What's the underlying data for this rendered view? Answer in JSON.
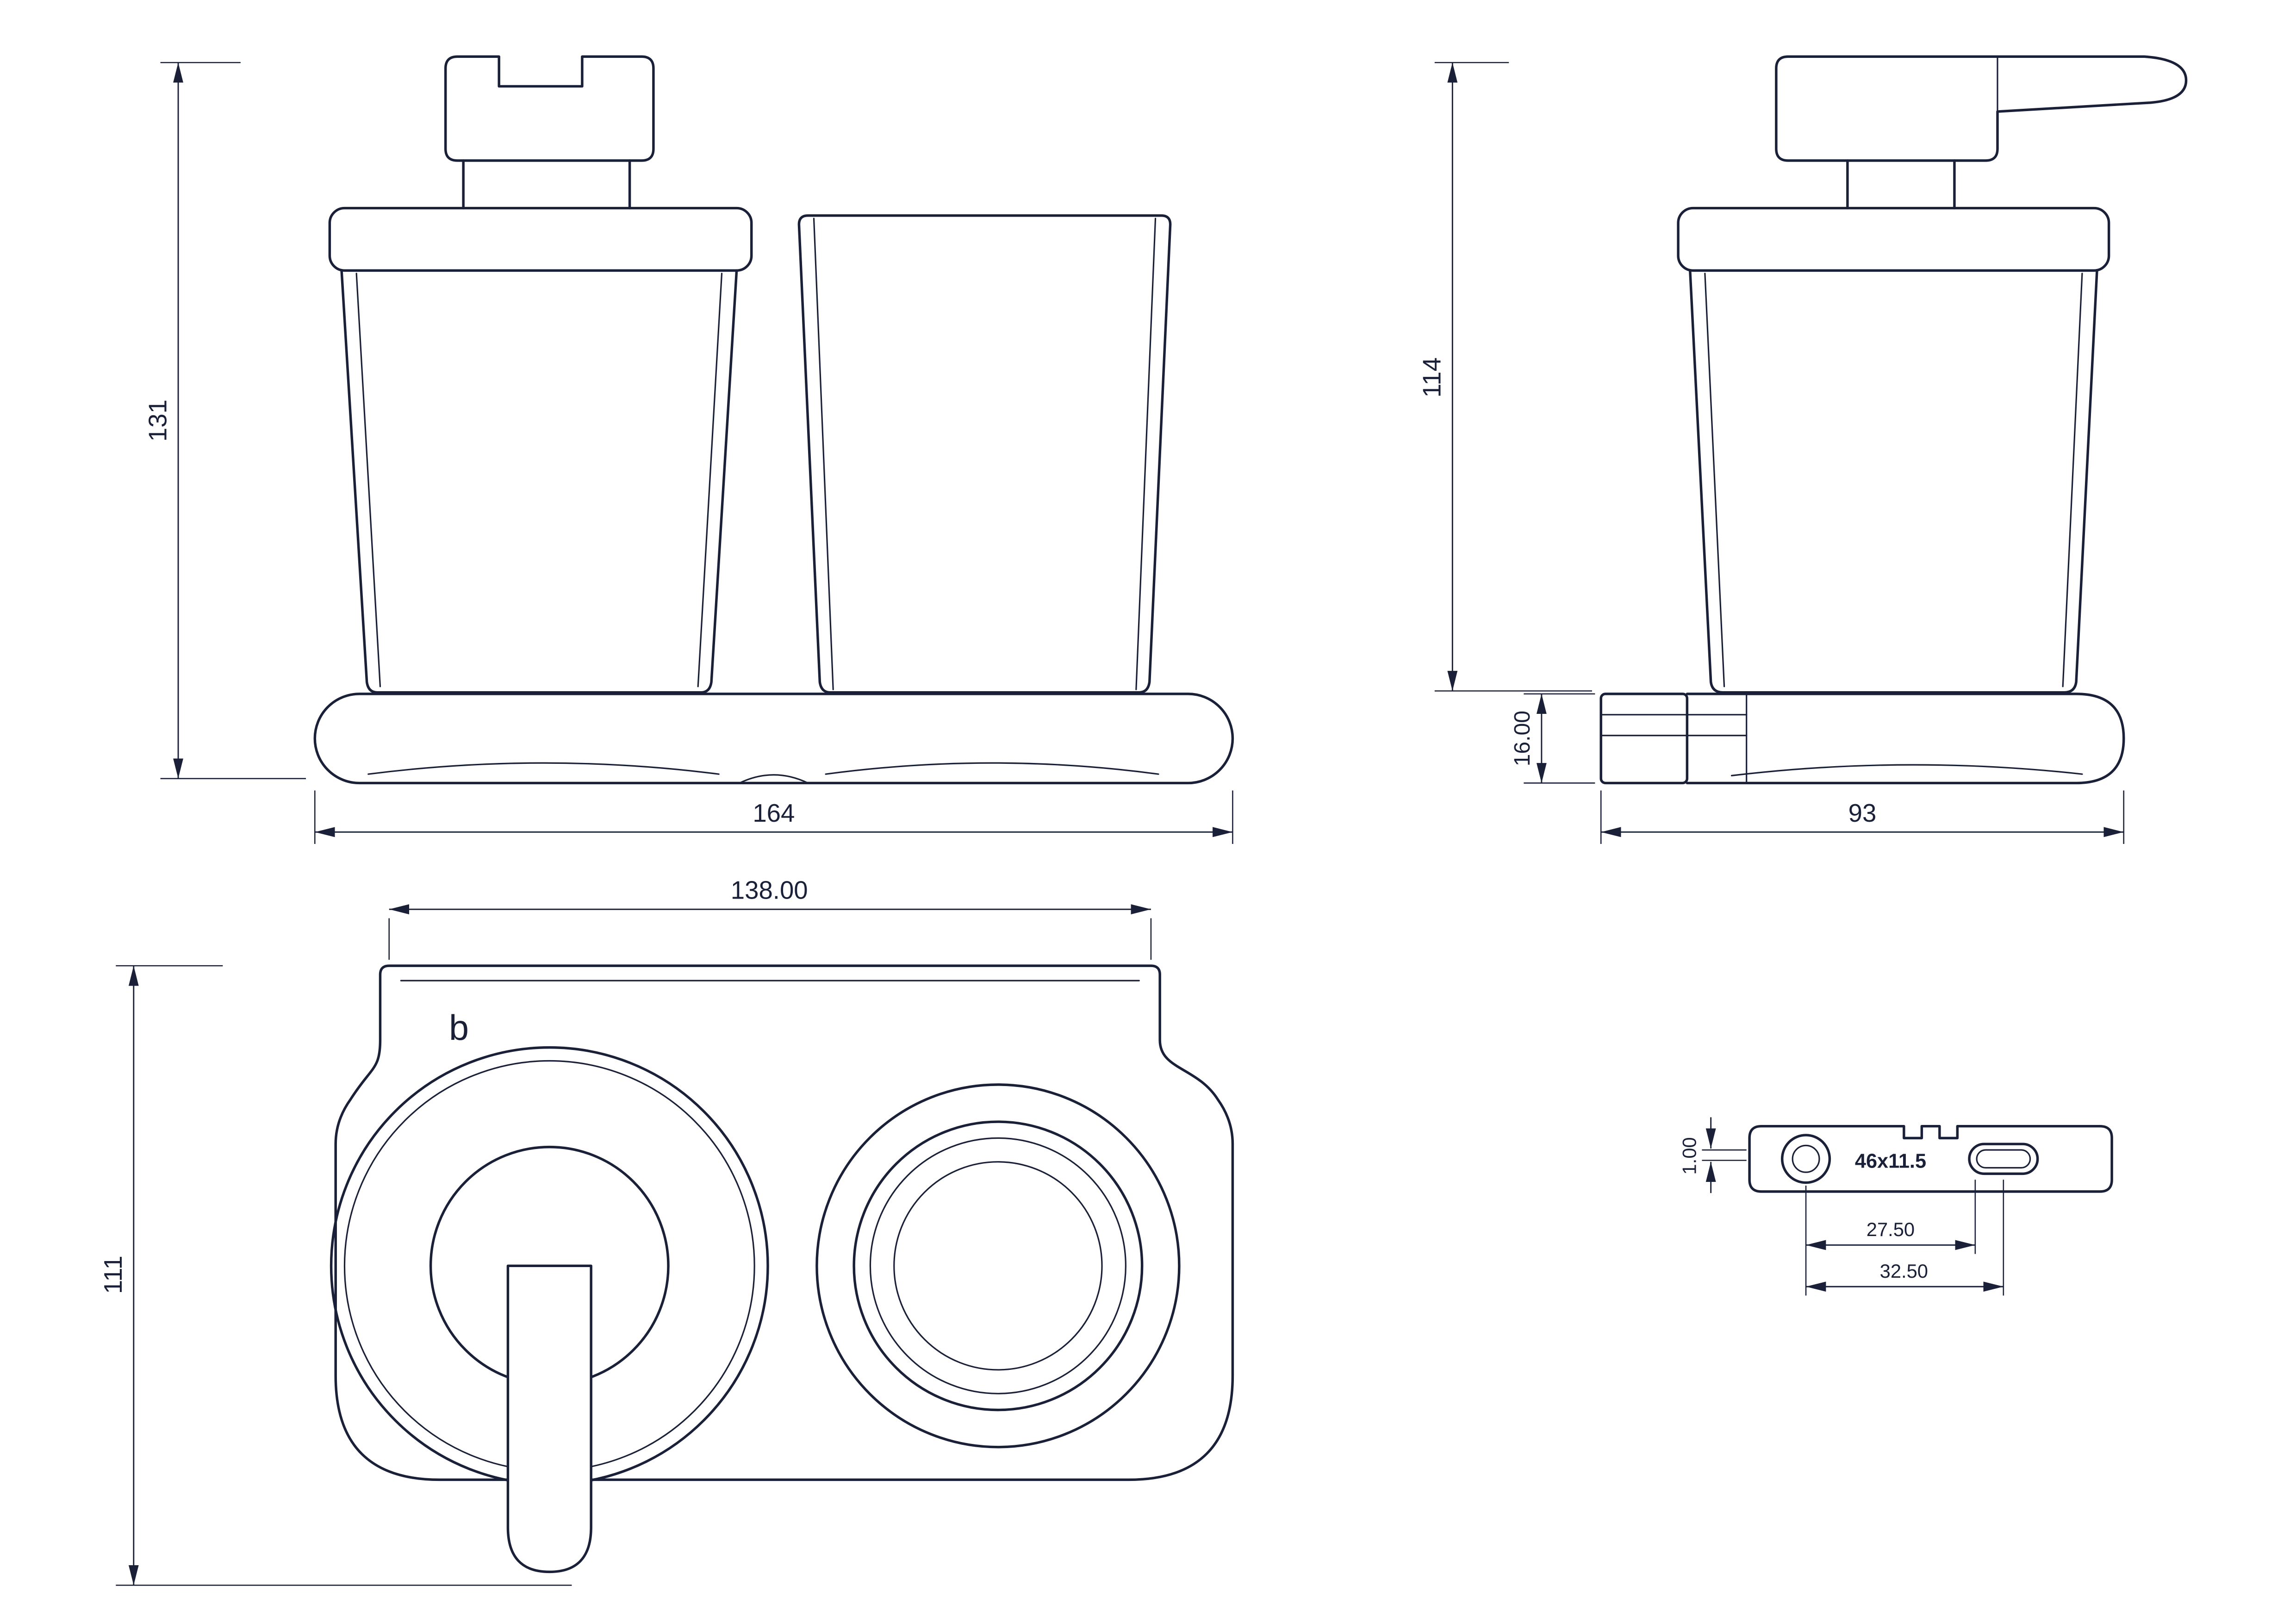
{
  "drawing": {
    "background": "#ffffff",
    "line_color": "#1a2038",
    "views": {
      "front": {
        "height_dim": "131",
        "width_dim": "164"
      },
      "side": {
        "height_dim": "114",
        "bracket_height_dim": "16.00",
        "depth_dim": "93"
      },
      "plan": {
        "width_dim": "138.00",
        "depth_dim": "111",
        "brand_mark": "b"
      },
      "mounting_plate": {
        "thickness_dim": "1.00",
        "slot_size": "46x11.5",
        "hole_pitch_dim": "27.50",
        "overall_pitch_dim": "32.50"
      }
    }
  }
}
